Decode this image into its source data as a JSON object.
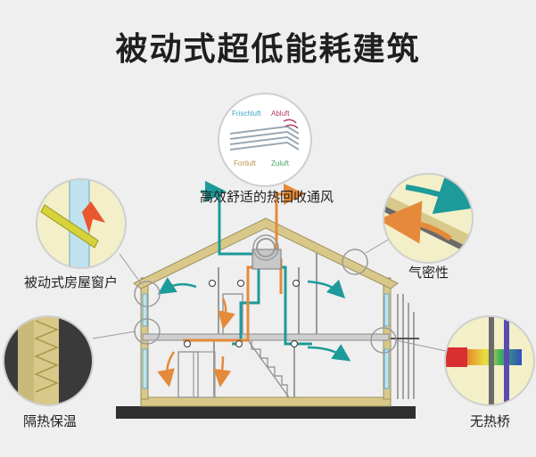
{
  "title": "被动式超低能耗建筑",
  "labels": {
    "ventilation": "高效舒适的热回收通风",
    "airtight": "气密性",
    "windows": "被动式房屋窗户",
    "insulation": "隔热保温",
    "thermal_bridge": "无热桥"
  },
  "hrv_inset": {
    "frischluft": "Frischluft",
    "abluft": "Abluft",
    "fortluft": "Fortluft",
    "zuluft": "Zuluft"
  },
  "colors": {
    "fresh_air": "#1d9a9a",
    "exhaust_air": "#e58a3a",
    "roof_wall": "#d8c98a",
    "callout_ring": "#9a9a9a",
    "frischluft_text": "#3aa6c8",
    "abluft_text": "#b23a6a",
    "fortluft_text": "#c09050",
    "zuluft_text": "#4aa36a"
  }
}
